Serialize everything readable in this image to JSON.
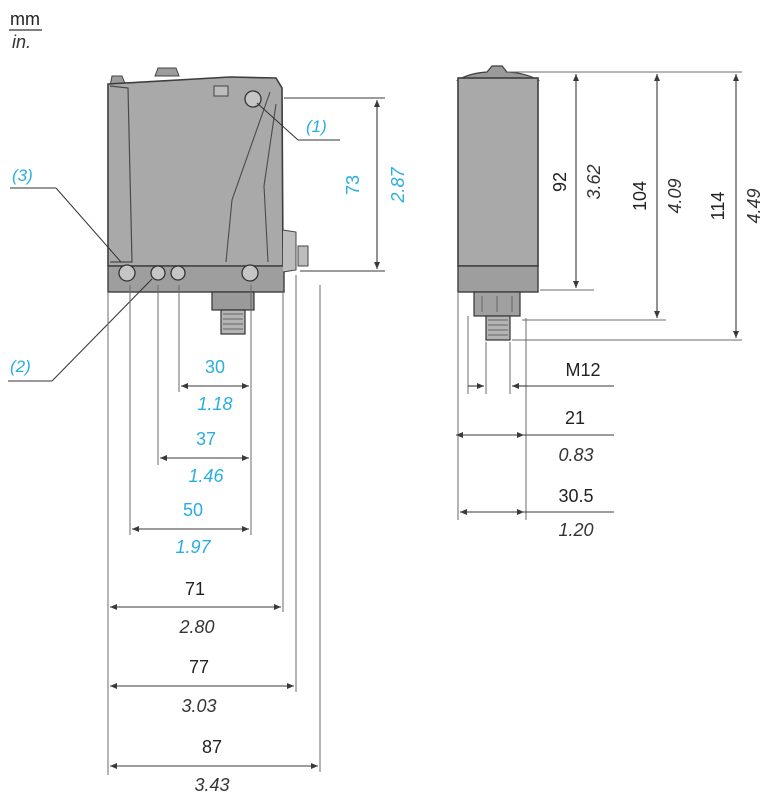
{
  "units": {
    "primary": "mm",
    "secondary": "in."
  },
  "callouts": {
    "c1": "(1)",
    "c2": "(2)",
    "c3": "(3)"
  },
  "front_view": {
    "height": {
      "mm": "73",
      "in": "2.87"
    },
    "hole_30": {
      "mm": "30",
      "in": "1.18"
    },
    "hole_37": {
      "mm": "37",
      "in": "1.46"
    },
    "hole_50": {
      "mm": "50",
      "in": "1.97"
    },
    "width_71": {
      "mm": "71",
      "in": "2.80"
    },
    "width_77": {
      "mm": "77",
      "in": "3.03"
    },
    "width_87": {
      "mm": "87",
      "in": "3.43"
    }
  },
  "side_view": {
    "h_92": {
      "mm": "92",
      "in": "3.62"
    },
    "h_104": {
      "mm": "104",
      "in": "4.09"
    },
    "h_114": {
      "mm": "114",
      "in": "4.49"
    },
    "thread": "M12",
    "w_21": {
      "mm": "21",
      "in": "0.83"
    },
    "w_30_5": {
      "mm": "30.5",
      "in": "1.20"
    }
  },
  "colors": {
    "body": "#a9a9a9",
    "accent": "#29aee2",
    "line": "#3a3a3a"
  }
}
